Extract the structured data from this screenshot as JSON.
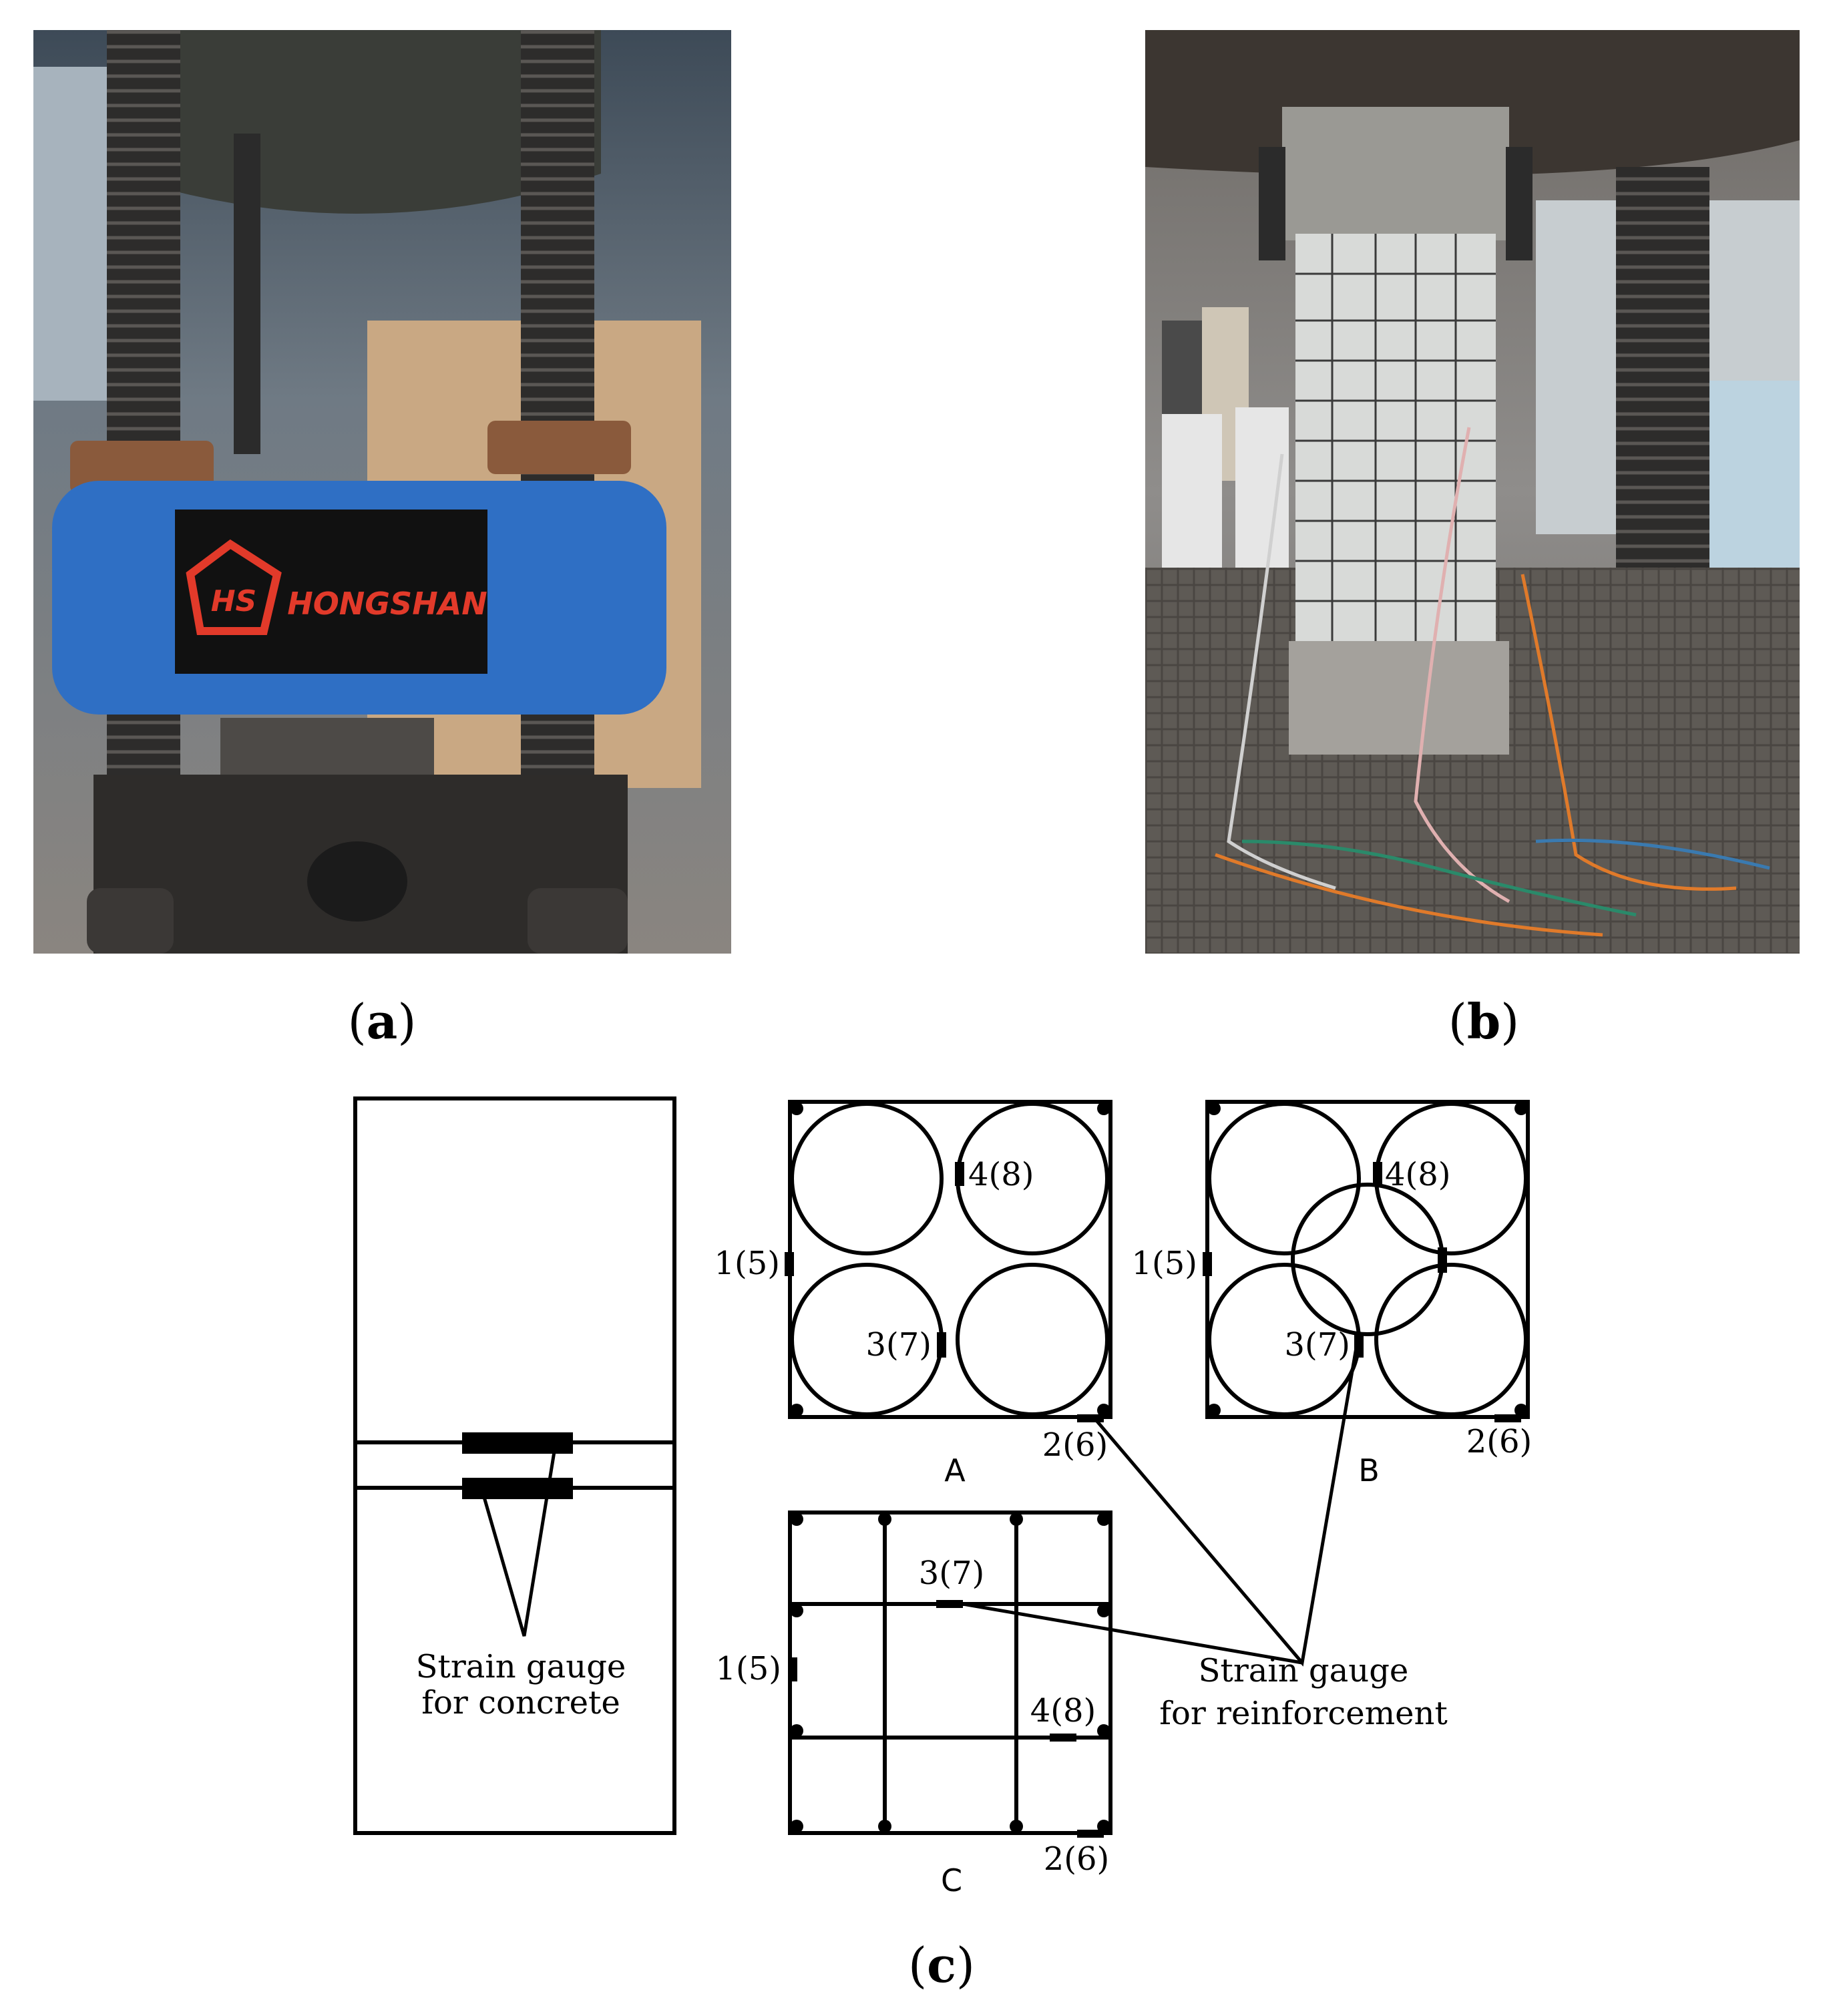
{
  "panels": {
    "a": {
      "label_open": "(",
      "letter": "a",
      "label_close": ")"
    },
    "b": {
      "label_open": "(",
      "letter": "b",
      "label_close": ")"
    },
    "c": {
      "label_open": "(",
      "letter": "c",
      "label_close": ")"
    }
  },
  "photo_a": {
    "logo_mark": "HS",
    "brand": "HONGSHAN"
  },
  "diagram": {
    "concrete_label_line1": "Strain gauge",
    "concrete_label_line2": "for concrete",
    "reinforcement_label_line1": "Strain gauge",
    "reinforcement_label_line2": "for reinforcement",
    "section_A": {
      "name": "A",
      "g1": "1(5)",
      "g2": "2(6)",
      "g3": "3(7)",
      "g4": "4(8)"
    },
    "section_B": {
      "name": "B",
      "g1": "1(5)",
      "g2": "2(6)",
      "g3": "3(7)",
      "g4": "4(8)"
    },
    "section_C": {
      "name": "C",
      "g1": "1(5)",
      "g2": "2(6)",
      "g3": "3(7)",
      "g4": "4(8)"
    }
  },
  "colors": {
    "machine_blue": "#2f6fc4",
    "logo_red": "#e23a2a",
    "ink": "#000000"
  }
}
